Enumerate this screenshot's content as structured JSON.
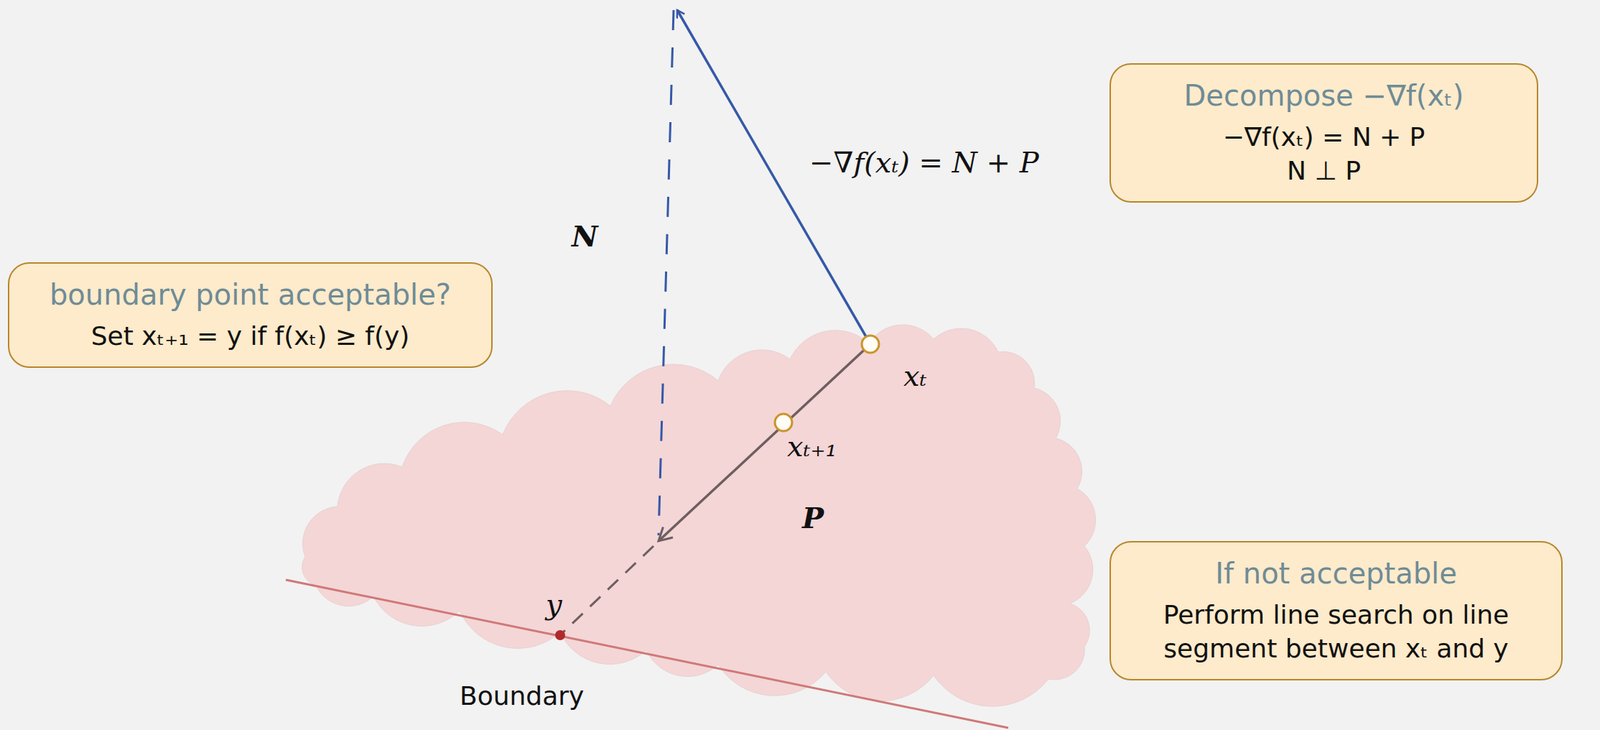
{
  "diagram": {
    "nodes": [
      {
        "text": [
          "Decompose −∇f(xₜ)",
          "−∇f(xₜ) = N + P",
          "N ⊥ P"
        ]
      },
      {
        "text": [
          "boundary point acceptable?",
          "Set xₜ₊₁ = y if f(xₜ) ≥ f(y)"
        ]
      },
      {
        "text": [
          "If not acceptable",
          "Perform line search on line segment between xₜ and y"
        ]
      }
    ],
    "labels": [
      "−∇f(xₜ) = N + P",
      "N",
      "xₜ",
      "xₜ₊₁",
      "P",
      "y",
      "Boundary"
    ]
  }
}
